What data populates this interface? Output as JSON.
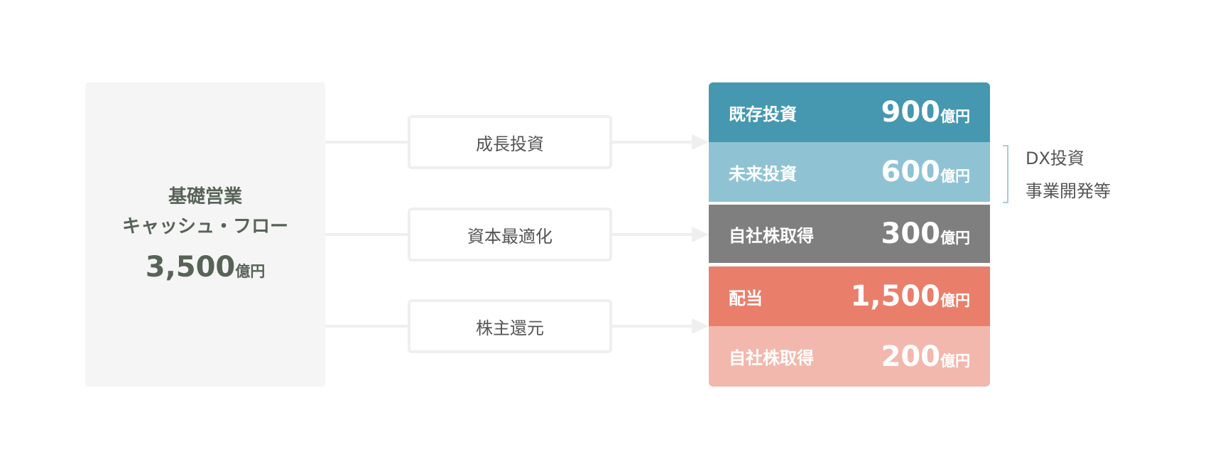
{
  "source": {
    "line1": "基礎営業",
    "line2": "キャッシュ・フロー",
    "amount": "3,500",
    "unit": "億円"
  },
  "allocations": [
    {
      "label": "成長投資"
    },
    {
      "label": "資本最適化"
    },
    {
      "label": "株主還元"
    }
  ],
  "breakdown": [
    {
      "label": "既存投資",
      "amount": "900",
      "unit": "億円",
      "color": "#4598b0"
    },
    {
      "label": "未来投資",
      "amount": "600",
      "unit": "億円",
      "color": "#8fc3d4"
    },
    {
      "label": "自社株取得",
      "amount": "300",
      "unit": "億円",
      "color": "#7f7f7f"
    },
    {
      "label": "配当",
      "amount": "1,500",
      "unit": "億円",
      "color": "#e97f6b"
    },
    {
      "label": "自社株取得",
      "amount": "200",
      "unit": "億円",
      "color": "#f3b8ad"
    }
  ],
  "note": {
    "line1": "DX投資",
    "line2": "事業開発等"
  },
  "colors": {
    "connector": "#efefef",
    "source_bg": "#f5f5f5",
    "source_text": "#586358"
  }
}
